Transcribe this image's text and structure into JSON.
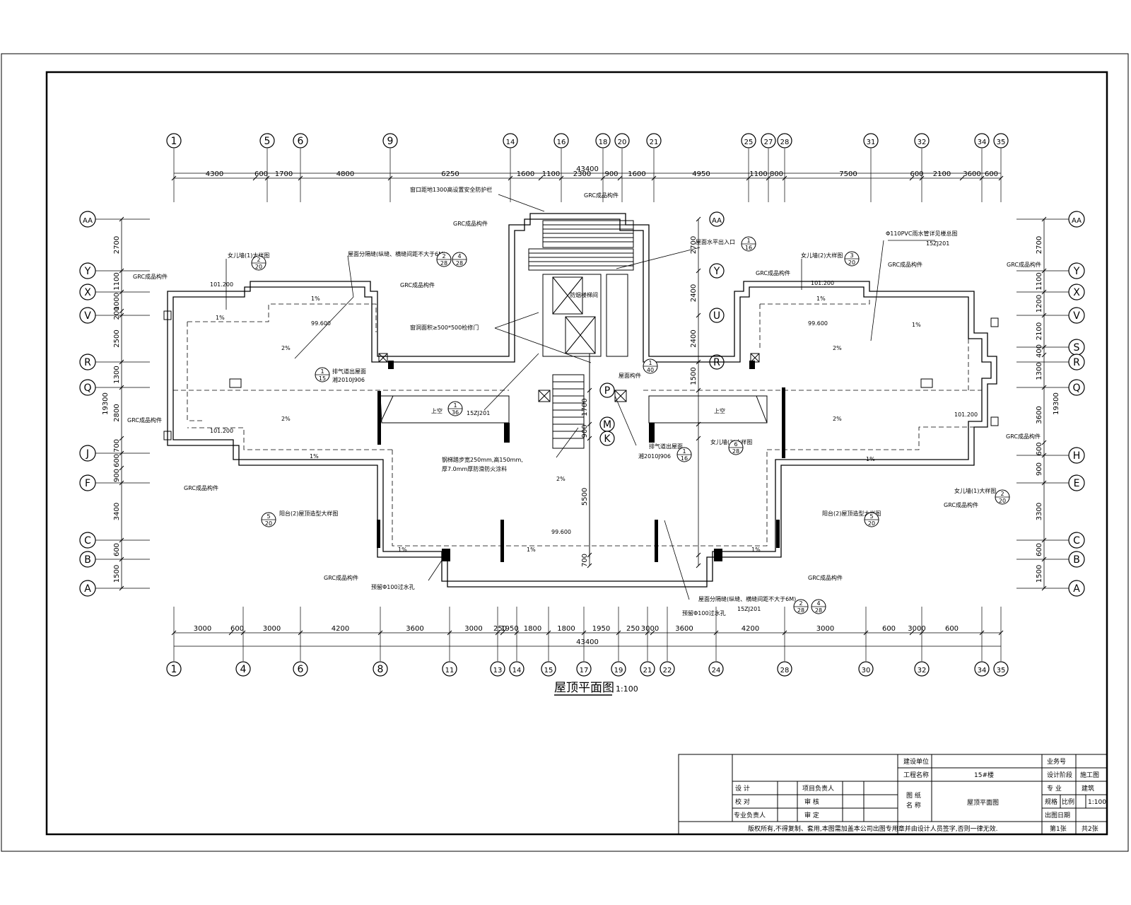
{
  "drawing": {
    "title": "屋顶平面图",
    "scale": "1:100",
    "top_axes": [
      "1",
      "5",
      "6",
      "9",
      "14",
      "16",
      "18",
      "20",
      "21",
      "25",
      "27",
      "28",
      "31",
      "32",
      "34",
      "35"
    ],
    "bottom_axes": [
      "1",
      "4",
      "6",
      "8",
      "11",
      "13",
      "14",
      "15",
      "17",
      "19",
      "21",
      "22",
      "24",
      "28",
      "30",
      "32",
      "34",
      "35"
    ],
    "left_axes": [
      "AA",
      "Y",
      "X",
      "V",
      "R",
      "Q",
      "J",
      "F",
      "C",
      "B",
      "A"
    ],
    "right_axes": [
      "AA",
      "Y",
      "X",
      "V",
      "S",
      "R",
      "Q",
      "H",
      "E",
      "C",
      "B",
      "A"
    ],
    "center_axes": [
      "AA",
      "Y",
      "U",
      "R",
      "P",
      "M",
      "K"
    ],
    "top_dims": [
      "4300",
      "600",
      "1700",
      "4800",
      "6250",
      "1600",
      "1100",
      "2300",
      "900",
      "1600",
      "4950",
      "1100",
      "800",
      "7500",
      "600",
      "2100",
      "3600",
      "600"
    ],
    "top_total": "43400",
    "bottom_dims": [
      "3000",
      "600",
      "3000",
      "4200",
      "3600",
      "3000",
      "250",
      "1950",
      "1800",
      "1800",
      "1950",
      "250",
      "3000",
      "3600",
      "4200",
      "3000",
      "600",
      "3000",
      "600"
    ],
    "bottom_total": "43400",
    "left_dims": [
      "2700",
      "1100",
      "1000",
      "200",
      "2500",
      "1300",
      "2800",
      "700",
      "600",
      "900",
      "3400",
      "600",
      "1500"
    ],
    "left_total": "19300",
    "right_dims": [
      "2700",
      "1100",
      "1200",
      "2100",
      "400",
      "1300",
      "3600",
      "600",
      "900",
      "3300",
      "600",
      "1500"
    ],
    "right_total": "19300",
    "center_dims": [
      "2700",
      "2400",
      "2400",
      "1500",
      "1700",
      "900",
      "5500",
      "700"
    ]
  },
  "annotations": {
    "elev_1012": "101.200",
    "elev_996": "99.600",
    "grc": "GRC成品构件",
    "slope_1": "1%",
    "slope_2": "2%",
    "hole": "上空",
    "parapet1": "女儿墙(1)大样图",
    "parapet2": "女儿墙(2)大样图",
    "parapet3": "女儿墙(3)大样图",
    "joint_note": "屋面分隔缝(纵缝、横缝间距不大于6M)",
    "balcony_note": "阳台(2)屋顶造型大样图",
    "exhaust_note": "排气道出屋面",
    "exhaust_ref": "湘2010J906",
    "drain_note": "预留Φ100过水孔",
    "pipe_note": "Φ110PVC雨水管详见楼总图",
    "ref_15zj201": "15ZJ201",
    "ladder_note": "钢梯踏步宽250mm,高150mm,",
    "ladder_note2": "厚7.0mm厚防滑防火涂料",
    "window_note": "窗口距地1300高设置安全防护栏",
    "smoke_note": "防烟楼梯间",
    "vent_note": "窗洞面积≥500*500检修门",
    "water_note": "屋面水平出入口",
    "roof_note": "屋面构件",
    "bub_1_15": [
      "1",
      "15"
    ],
    "bub_1_16": [
      "1",
      "16"
    ],
    "bub_1_36": [
      "1",
      "36"
    ],
    "bub_1_40": [
      "1",
      "40"
    ],
    "bub_2_20": [
      "2",
      "20"
    ],
    "bub_3_20": [
      "3",
      "20"
    ],
    "bub_6_28": [
      "6",
      "28"
    ],
    "bub_5_20": [
      "5",
      "20"
    ],
    "bub_2_28": [
      "2",
      "28"
    ],
    "bub_4_28": [
      "4",
      "28"
    ]
  },
  "title_block": {
    "build_unit": "建设单位",
    "project_name_label": "工程名称",
    "project_name": "15#楼",
    "drawing_name_label_1": "图 纸",
    "drawing_name_label_2": "名 称",
    "drawing_name": "屋顶平面图",
    "business_no": "业务号",
    "design_stage_label": "设计阶段",
    "design_stage": "施工图",
    "discipline_label": "专 业",
    "discipline": "建筑",
    "scale_label": "比例",
    "scale": "1:100",
    "sheet_label": "规格",
    "date_label": "出图日期",
    "design": "设 计",
    "check": "校 对",
    "discipline_lead": "专业负责人",
    "project_lead": "项目负责人",
    "review": "审 核",
    "approve": "审 定",
    "copyright": "版权所有,不得复制、套用,本图需加盖本公司出图专用章并由设计人员签字,否则一律无效.",
    "page": "第1张",
    "total": "共2张"
  }
}
